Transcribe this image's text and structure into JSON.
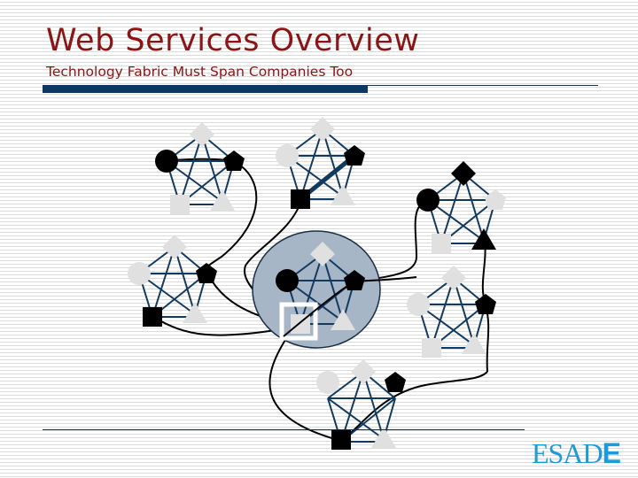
{
  "slide": {
    "title": "Web Services Overview",
    "subtitle": "Technology Fabric Must Span Companies Too",
    "logo": {
      "main": "ESAD",
      "last": "E"
    }
  },
  "colors": {
    "title": "#8b1414",
    "accent_bar": "#0d3763",
    "edge": "#123a5e",
    "node_dark": "#000000",
    "node_light": "#e0e0e0",
    "hub_fill": "#a7b6c7",
    "logo": "#1e9ad6"
  },
  "diagram": {
    "description": "Seven partner company networks, each a pentagon of five node shapes (diamond, circle, pentagon, square, triangle) fully connected; the central highlighted company network links to the others via curved connections.",
    "networks": [
      {
        "name": "top-left",
        "dark": [
          "circle",
          "pentagon"
        ]
      },
      {
        "name": "top-center",
        "dark": [
          "pentagon",
          "square"
        ]
      },
      {
        "name": "top-right",
        "dark": [
          "diamond",
          "circle",
          "triangle"
        ]
      },
      {
        "name": "middle-left",
        "dark": [
          "pentagon",
          "square"
        ]
      },
      {
        "name": "center-hub",
        "dark": [
          "circle",
          "pentagon"
        ],
        "highlighted": true
      },
      {
        "name": "middle-right",
        "dark": [
          "pentagon"
        ]
      },
      {
        "name": "bottom-center",
        "dark": [
          "pentagon",
          "square"
        ]
      }
    ]
  }
}
